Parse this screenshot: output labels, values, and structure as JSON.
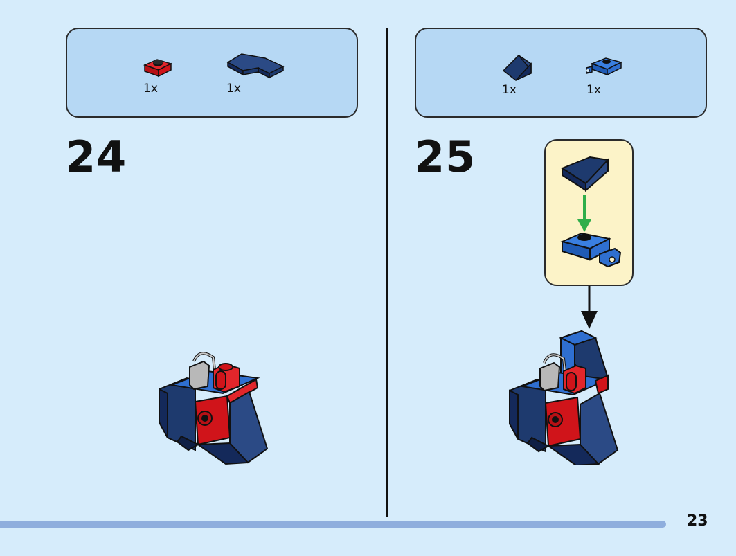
{
  "left_step": {
    "number": "24",
    "parts": [
      {
        "icon": "red-round-plate-icon",
        "qty": "1x",
        "color": "#d0141a"
      },
      {
        "icon": "dark-blue-wedge-plate-icon",
        "qty": "1x",
        "color": "#1e3a6e"
      }
    ]
  },
  "right_step": {
    "number": "25",
    "parts": [
      {
        "icon": "dark-blue-slope-icon",
        "qty": "1x",
        "color": "#1e3a6e"
      },
      {
        "icon": "blue-clip-plate-icon",
        "qty": "1x",
        "color": "#2f6fd0"
      }
    ]
  },
  "page": {
    "number": "23"
  },
  "colors": {
    "background": "#d6ecfb",
    "parts_box": "#b6d8f4",
    "callout": "#fcf3c8",
    "progress": "#8faedd",
    "arrow_green": "#2fae4a"
  }
}
